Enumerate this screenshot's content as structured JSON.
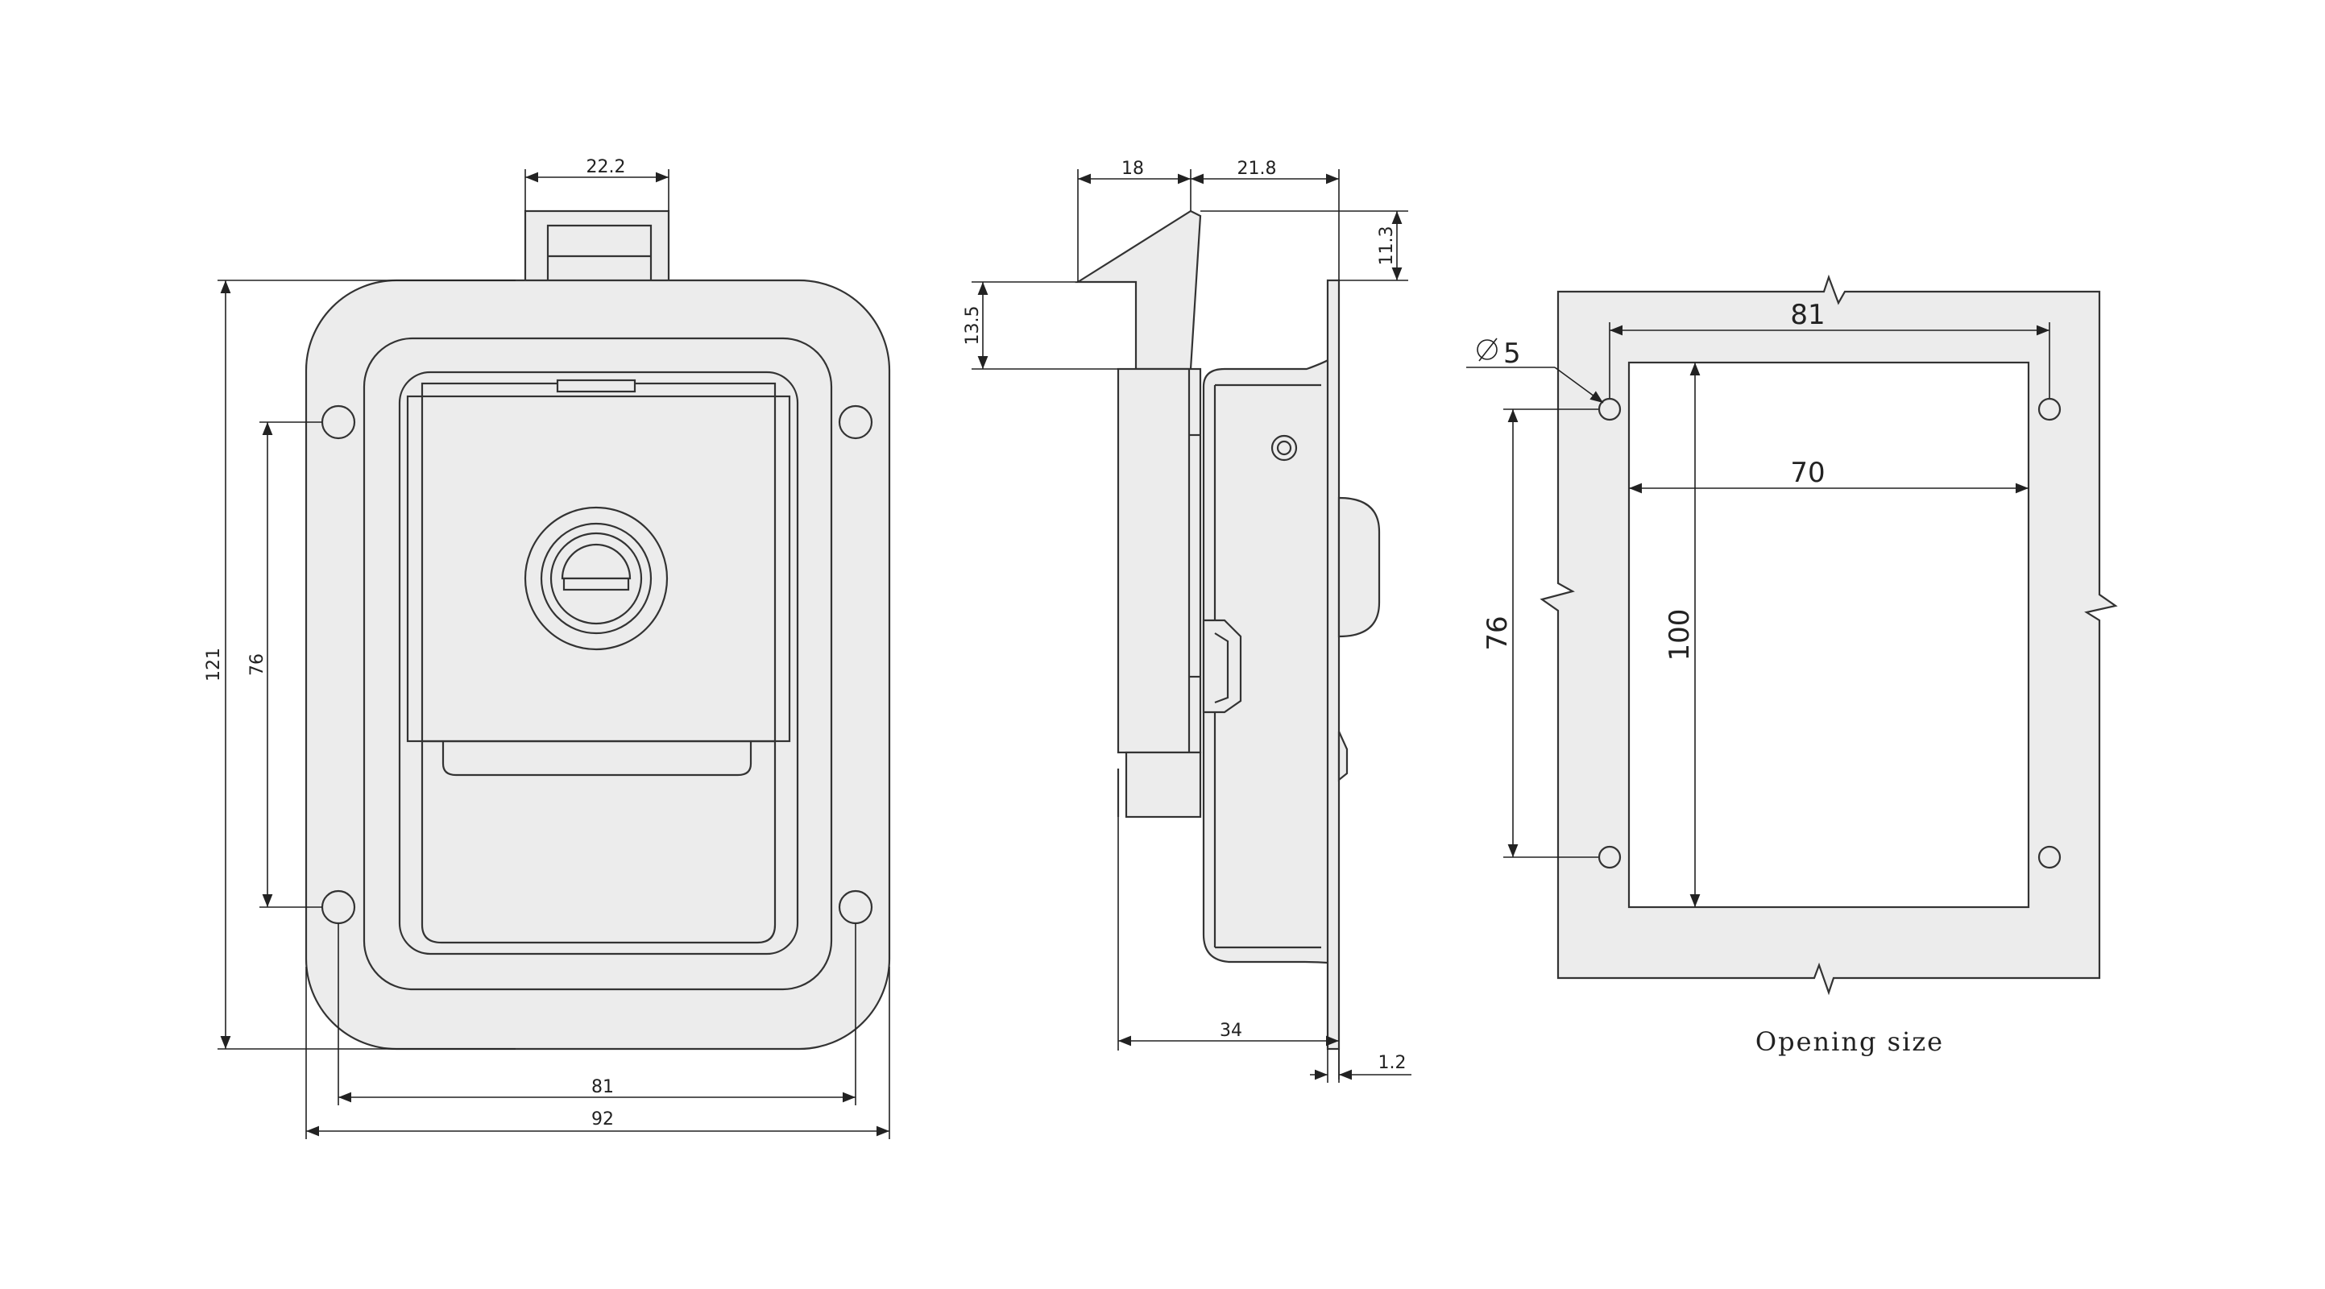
{
  "front_view": {
    "dim_handle_width": "22.2",
    "dim_height": "121",
    "dim_hole_vertical": "76",
    "dim_hole_horizontal": "81",
    "dim_width": "92"
  },
  "side_view": {
    "dim_handle_depth": "18",
    "dim_body_offset": "21.8",
    "dim_top_gap": "11.3",
    "dim_handle_height": "13.5",
    "dim_total_depth": "34",
    "dim_flange_thickness": "1.2"
  },
  "opening_view": {
    "dim_hole_diameter": "5",
    "dim_hole_spacing_h": "81",
    "dim_opening_width": "70",
    "dim_hole_spacing_v": "76",
    "dim_opening_height": "100",
    "caption": "Opening size"
  },
  "colors": {
    "part_fill": "#ececec",
    "line": "#333333",
    "background": "#ffffff"
  }
}
